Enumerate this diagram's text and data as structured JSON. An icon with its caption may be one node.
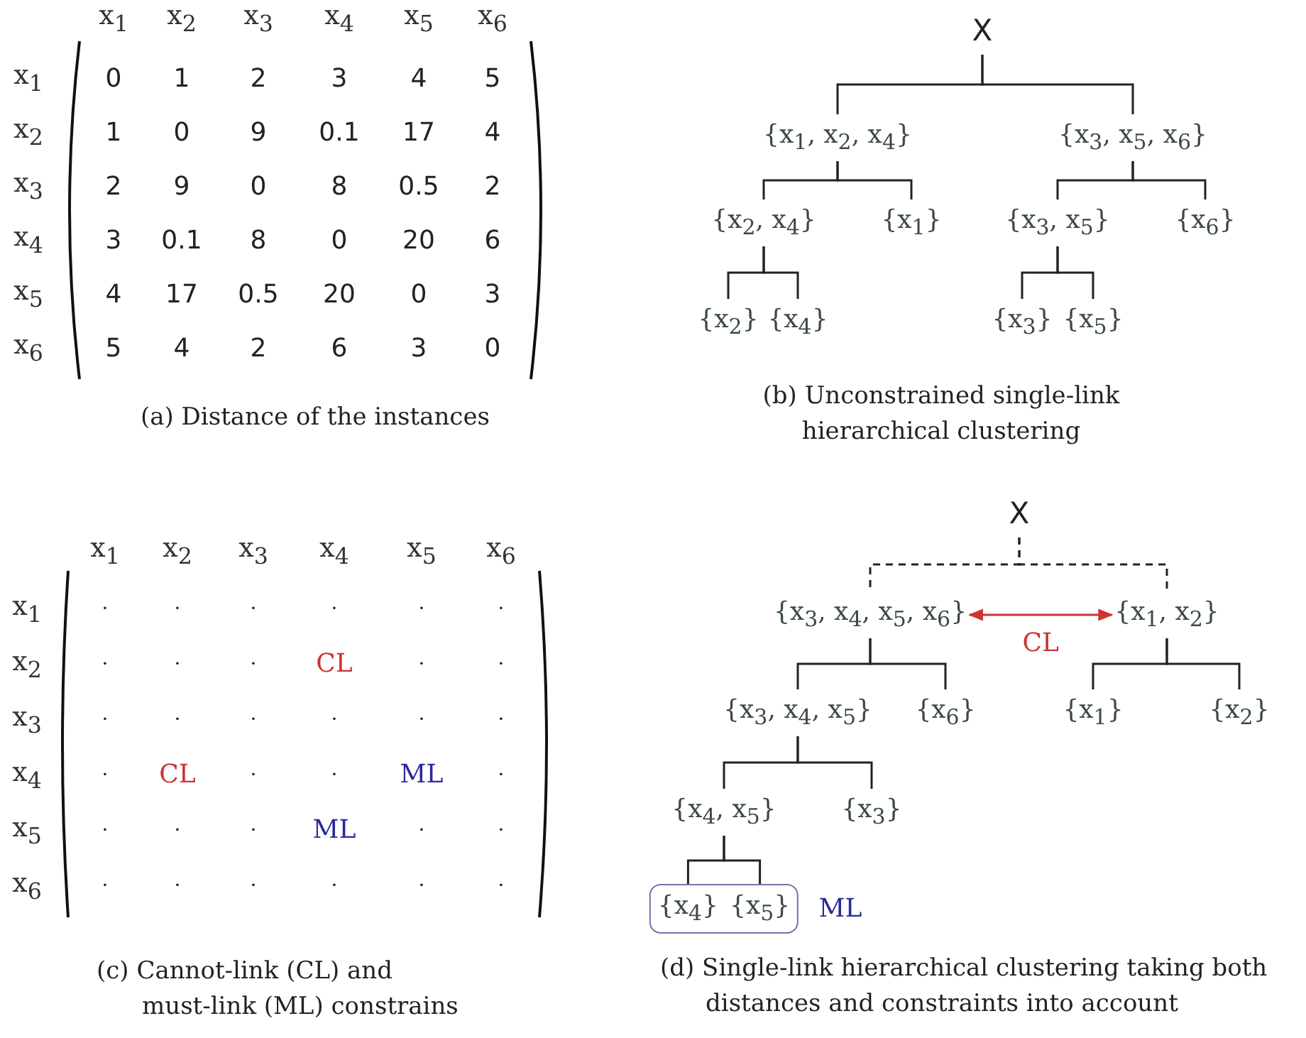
{
  "diagram": {
    "nodes": [
      {
        "text": [
          "X"
        ]
      },
      {
        "text": [
          "{x$_{1}$, x$_{2}$, x$_{4}$}"
        ]
      },
      {
        "text": [
          "{x$_{3}$, x$_{5}$, x$_{6}$}"
        ]
      },
      {
        "text": [
          "{x$_{2}$, x$_{4}$}"
        ]
      },
      {
        "text": [
          "{x$_{1}$}"
        ]
      },
      {
        "text": [
          "{x$_{3}$, x$_{5}$}"
        ]
      },
      {
        "text": [
          "{x$_{6}$}"
        ]
      },
      {
        "text": [
          "{x$_{2}$}"
        ]
      },
      {
        "text": [
          "{x$_{4}$}"
        ]
      },
      {
        "text": [
          "{x$_{3}$}"
        ]
      },
      {
        "text": [
          "{x$_{5}$}"
        ]
      },
      {
        "text": [
          "X"
        ]
      },
      {
        "text": [
          "{x$_{3}$, x$_{4}$, x$_{5}$, x$_{6}$}"
        ]
      },
      {
        "text": [
          "{x$_{1}$, x$_{2}$}"
        ]
      },
      {
        "text": [
          "{x$_{3}$, x$_{4}$, x$_{5}$}"
        ]
      },
      {
        "text": [
          "{x$_{6}$}"
        ]
      },
      {
        "text": [
          "{x$_{1}$}"
        ]
      },
      {
        "text": [
          "{x$_{2}$}"
        ]
      },
      {
        "text": [
          "{x$_{4}$, x$_{5}$}"
        ]
      },
      {
        "text": [
          "{x$_{3}$}"
        ]
      },
      {
        "text": [],
        "shape": "box",
        "beside": [
          "ML"
        ]
      },
      {
        "text": [
          "{x$_{4}$}"
        ],
        "in": 20
      },
      {
        "text": [
          "{x$_{5}$}"
        ],
        "in": 20
      }
    ],
    "edges": [
      {
        "from": 0,
        "to": 1,
        "arrow": "none"
      },
      {
        "from": 0,
        "to": 2,
        "arrow": "none"
      },
      {
        "from": 1,
        "to": 3,
        "arrow": "none"
      },
      {
        "from": 1,
        "to": 4,
        "arrow": "none"
      },
      {
        "from": 2,
        "to": 5,
        "arrow": "none"
      },
      {
        "from": 2,
        "to": 6,
        "arrow": "none"
      },
      {
        "from": 3,
        "to": 7,
        "arrow": "none"
      },
      {
        "from": 3,
        "to": 8,
        "arrow": "none"
      },
      {
        "from": 5,
        "to": 9,
        "arrow": "none"
      },
      {
        "from": 5,
        "to": 10,
        "arrow": "none"
      },
      {
        "from": 11,
        "to": 12,
        "arrow": "none",
        "style": "dashed"
      },
      {
        "from": 11,
        "to": 13,
        "arrow": "none",
        "style": "dashed"
      },
      {
        "from": 12,
        "to": 13,
        "arrow": "both",
        "label": "CL",
        "color": "#cc3333"
      },
      {
        "from": 12,
        "to": 14,
        "arrow": "none"
      },
      {
        "from": 12,
        "to": 15,
        "arrow": "none"
      },
      {
        "from": 13,
        "to": 16,
        "arrow": "none"
      },
      {
        "from": 13,
        "to": 17,
        "arrow": "none"
      },
      {
        "from": 14,
        "to": 18,
        "arrow": "none"
      },
      {
        "from": 14,
        "to": 19,
        "arrow": "none"
      },
      {
        "from": 18,
        "to": 21,
        "arrow": "none"
      },
      {
        "from": 18,
        "to": 22,
        "arrow": "none"
      }
    ],
    "labels": [
      "x$_{1}$",
      "x$_{2}$",
      "x$_{3}$",
      "x$_{4}$",
      "x$_{5}$",
      "x$_{6}$",
      "x$_{1}$",
      "0",
      "1",
      "2",
      "3",
      "4",
      "5",
      "x$_{2}$",
      "1",
      "0",
      "9",
      "0.1",
      "17",
      "4",
      "x$_{3}$",
      "2",
      "9",
      "0",
      "8",
      "0.5",
      "2",
      "x$_{4}$",
      "3",
      "0.1",
      "8",
      "0",
      "20",
      "6",
      "x$_{5}$",
      "4",
      "17",
      "0.5",
      "20",
      "0",
      "3",
      "x$_{6}$",
      "5",
      "4",
      "2",
      "6",
      "3",
      "0",
      "(a) Distance of the instances",
      "(b) Unconstrained single-link hierarchical clustering",
      "x$_{1}$",
      "x$_{2}$",
      "x$_{3}$",
      "x$_{4}$",
      "x$_{5}$",
      "x$_{6}$",
      "x$_{1}$",
      "·",
      "·",
      "·",
      "·",
      "·",
      "·",
      "x$_{2}$",
      "·",
      "·",
      "·",
      "CL",
      "·",
      "·",
      "x$_{3}$",
      "·",
      "·",
      "·",
      "·",
      "·",
      "·",
      "x$_{4}$",
      "·",
      "CL",
      "·",
      "·",
      "ML",
      "·",
      "x$_{5}$",
      "·",
      "·",
      "·",
      "ML",
      "·",
      "·",
      "x$_{6}$",
      "·",
      "·",
      "·",
      "·",
      "·",
      "·",
      "(c) Cannot-link (CL) and must-link (ML) constrains",
      "(d) Single-link hierarchical clustering taking both distances and constraints into account"
    ]
  }
}
